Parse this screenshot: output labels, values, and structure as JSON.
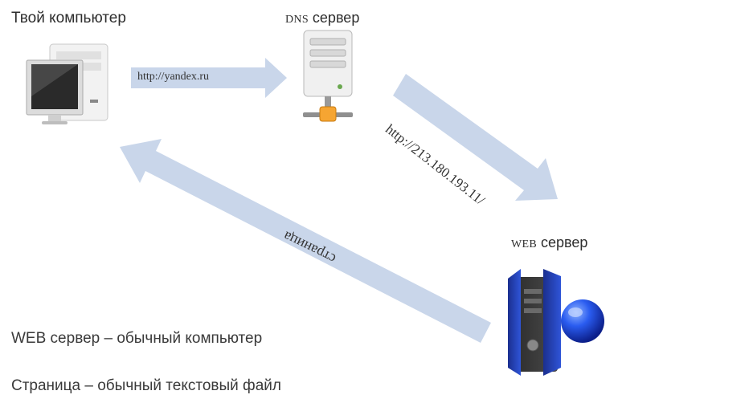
{
  "nodes": {
    "computer": {
      "label": "Твой компьютер"
    },
    "dns": {
      "prefix": "DNS",
      "label": " сервер"
    },
    "web": {
      "prefix": "WEB",
      "label": " сервер"
    }
  },
  "arrows": {
    "request": {
      "text": "http://yandex.ru"
    },
    "ip": {
      "text": "http://213.180.193.11/"
    },
    "response": {
      "text": "страница"
    }
  },
  "notes": [
    "WEB сервер – обычный компьютер",
    "Страница – обычный текстовый файл"
  ],
  "colors": {
    "arrow": "#c9d6ea",
    "server_blue": "#1f3fb8",
    "dns_gray": "#dcdcdc"
  },
  "icons": {
    "computer": "desktop-computer-icon",
    "dns": "dns-server-icon",
    "web": "web-server-icon"
  }
}
